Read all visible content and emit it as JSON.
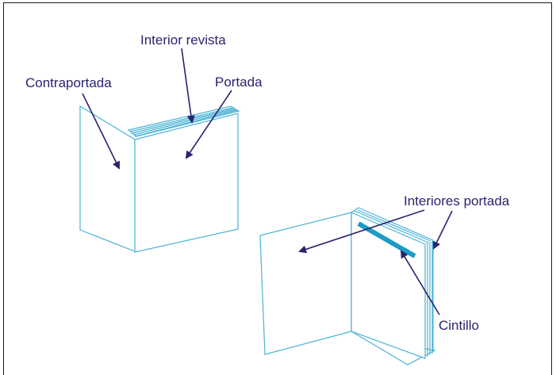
{
  "labels": {
    "interior_revista": "Interior revista",
    "contraportada": "Contraportada",
    "portada": "Portada",
    "interiores_portada": "Interiores portada",
    "cintillo": "Cintillo"
  },
  "colors": {
    "page_stroke": "#4bb3d6",
    "arrow": "#2a2370",
    "text": "#2a2370",
    "cintillo_band": "#1a9cc6",
    "frame": "#1a1a1a"
  }
}
